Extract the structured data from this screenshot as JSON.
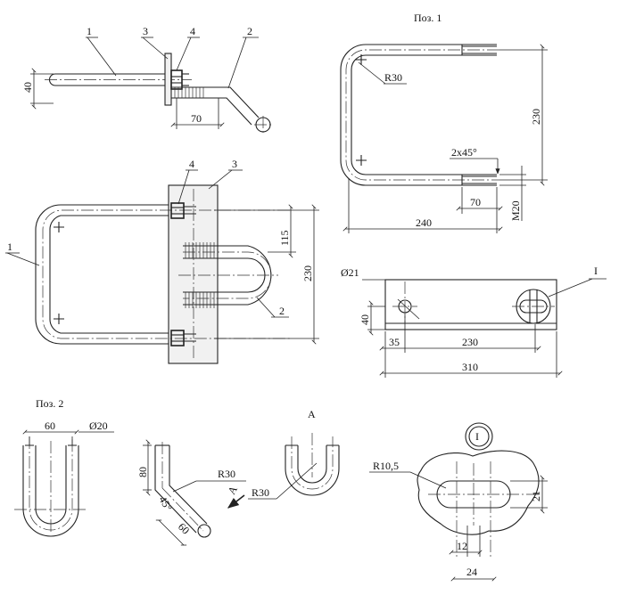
{
  "section_titles": {
    "pos1": "Поз. 1",
    "pos2": "Поз. 2",
    "view_a": "А"
  },
  "callouts": {
    "c1": "1",
    "c2": "2",
    "c3": "3",
    "c4": "4",
    "detail_i": "I"
  },
  "side_view": {
    "d_40": "40",
    "d_70": "70"
  },
  "pos1": {
    "r30": "R30",
    "d_230": "230",
    "chamfer": "2x45°",
    "d_70": "70",
    "thread": "M20",
    "d_240": "240"
  },
  "front_view": {
    "d_115": "115",
    "d_230": "230"
  },
  "plate": {
    "hole": "Ø21",
    "d_40": "40",
    "d_35": "35",
    "d_230": "230",
    "d_310": "310"
  },
  "pos2": {
    "d_60": "60",
    "dia": "Ø20",
    "d_80": "80",
    "r30": "R30",
    "angle": "45°",
    "d_60b": "60",
    "arrow_a": "А"
  },
  "view_a": {
    "r30": "R30"
  },
  "detail": {
    "r105": "R10,5",
    "d_21": "21",
    "d_12": "12",
    "d_24": "24"
  }
}
